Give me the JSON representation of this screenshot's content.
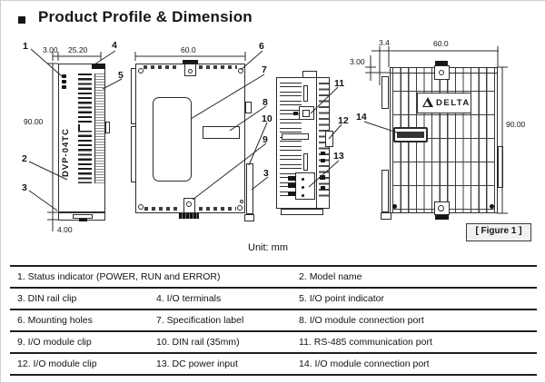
{
  "title": "Product Profile & Dimension",
  "unit_label": "Unit: mm",
  "figure_label": "[ Figure 1 ]",
  "ink_color": "#1a1a1a",
  "device": {
    "model": "DVP-04TC",
    "brand": "DELTA"
  },
  "dims": {
    "side_clip_depth": "3.00",
    "side_width": "25.20",
    "side_height": "90.00",
    "side_clip_bottom": "4.00",
    "front_width": "60.0",
    "rear_rail_offset": "3.4",
    "rear_width": "60.0",
    "rear_top_gap": "3.00",
    "rear_height": "90.00"
  },
  "callouts": {
    "c1": "1",
    "c2": "2",
    "c3": "3",
    "c4": "4",
    "c5": "5",
    "c6": "6",
    "c7": "7",
    "c8": "8",
    "c9": "9",
    "c10": "10",
    "c11": "11",
    "c12": "12",
    "c13": "13",
    "c14": "14"
  },
  "legend": {
    "rows": [
      [
        "1. Status indicator (POWER, RUN and ERROR)",
        "2. Model name"
      ],
      [
        "3. DIN rail clip",
        "4. I/O terminals",
        "5. I/O point indicator"
      ],
      [
        "6. Mounting holes",
        "7. Specification label",
        "8. I/O module connection port"
      ],
      [
        "9. I/O module clip",
        "10. DIN rail (35mm)",
        "11. RS-485 communication port"
      ],
      [
        "12. I/O module clip",
        "13. DC power input",
        "14. I/O module connection port"
      ]
    ]
  }
}
